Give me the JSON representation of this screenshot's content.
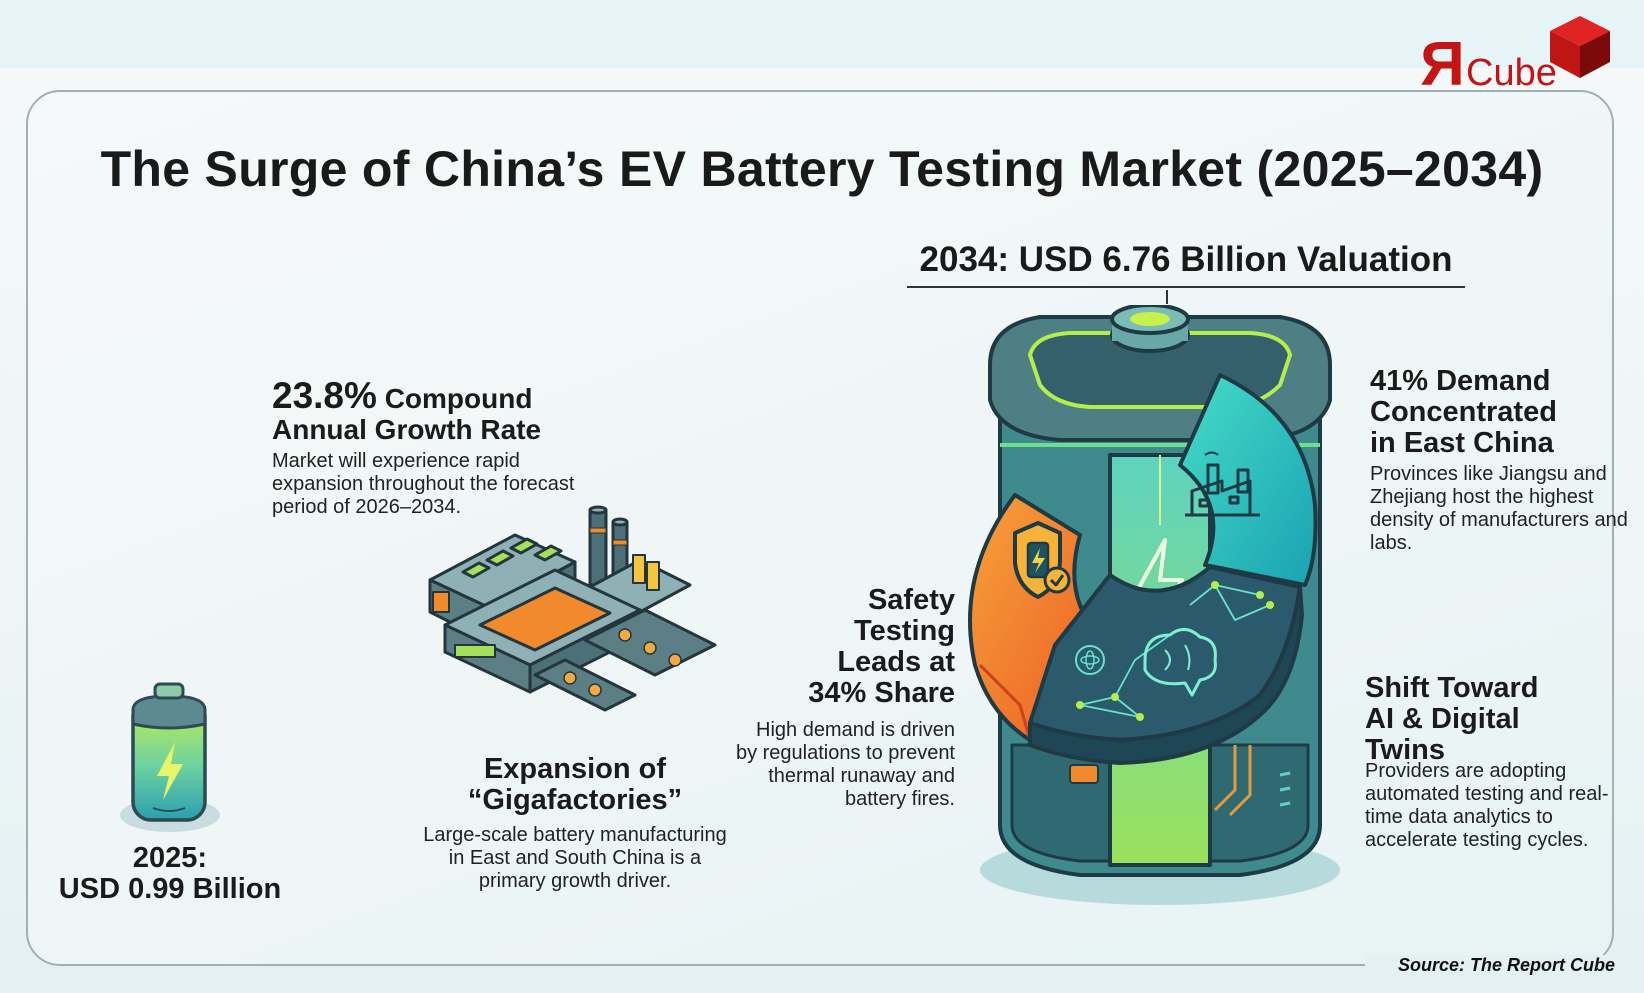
{
  "logo": {
    "mark": "R",
    "text": "Cube",
    "color": "#c41414",
    "icon": "red-cube-icon"
  },
  "title": "The Surge of China’s EV Battery Testing Market (2025–2034)",
  "valuation_2034": "2034: USD 6.76 Billion Valuation",
  "cagr": {
    "value": "23.8%",
    "label_line1": " Compound",
    "label_line2": "Annual Growth Rate",
    "description": "Market will experience rapid expansion throughout the forecast period of 2026–2034."
  },
  "gigafactories": {
    "heading_line1": "Expansion of",
    "heading_line2": "“Gigafactories”",
    "description": "Large-scale battery manufacturing in East and South China is a primary growth driver."
  },
  "baseline_2025": {
    "year": "2025:",
    "value": "USD 0.99 Billion"
  },
  "safety": {
    "heading_lines": [
      "Safety",
      "Testing",
      "Leads at",
      "34% Share"
    ],
    "description": "High demand is driven by regulations to prevent thermal runaway and battery fires."
  },
  "east_china": {
    "heading_lines": [
      "41% Demand",
      "Concentrated",
      "in East China"
    ],
    "description": "Provinces like Jiangsu and Zhejiang host the highest density of manufacturers and labs."
  },
  "ai_twins": {
    "heading_lines": [
      "Shift Toward",
      "AI & Digital",
      "Twins"
    ],
    "description": "Providers are adopting automated testing and real-time data analytics to accelerate testing cycles."
  },
  "source": "Source: The Report Cube",
  "colors": {
    "safety_segment": "#f08a2c",
    "east_segment": "#2cc4c0",
    "ai_segment": "#2a5a6c",
    "battery_body": "#3f8a8c",
    "accent_green": "#9be15d"
  },
  "chart_data": {
    "type": "pie",
    "title": "China EV Battery Testing Market Highlights",
    "segments": [
      {
        "label": "Safety Testing share",
        "value": 34
      },
      {
        "label": "East China demand share",
        "value": 41
      }
    ],
    "market_size": {
      "2025": 0.99,
      "2034": 6.76,
      "unit": "USD Billion"
    },
    "cagr_percent": 23.8,
    "forecast_period": "2026–2034"
  }
}
